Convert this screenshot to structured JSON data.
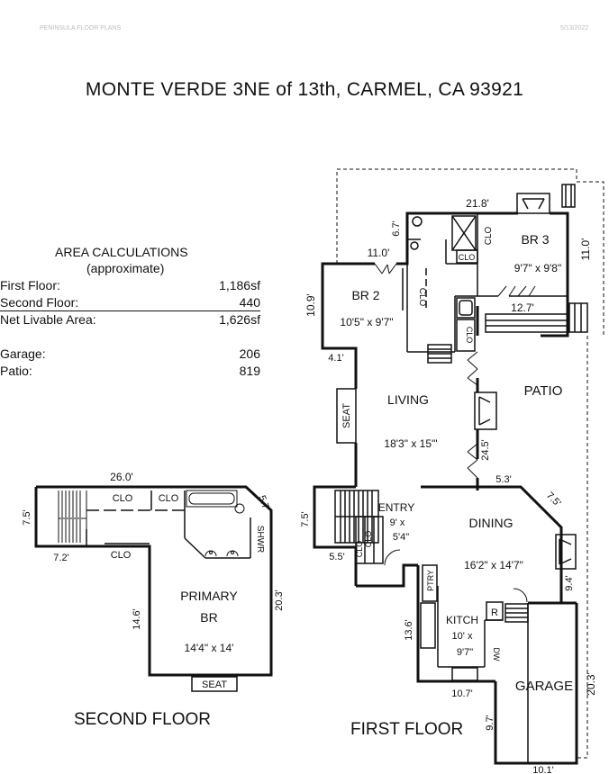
{
  "header": {
    "left": "PENINSULA FLOOR PLANS",
    "right": "5/13/2022"
  },
  "title": "MONTE VERDE 3NE of 13th, CARMEL, CA  93921",
  "area": {
    "title": "AREA CALCULATIONS",
    "subtitle": "(approximate)",
    "rows": [
      {
        "label": "First  Floor:",
        "value": "1,186sf"
      },
      {
        "label": "Second Floor:",
        "value": "440"
      },
      {
        "label": "Net Livable Area:",
        "value": "1,626sf"
      },
      {
        "label": "Garage:",
        "value": "206"
      },
      {
        "label": "Patio:",
        "value": "819"
      }
    ]
  },
  "second_floor": {
    "label": "SECOND FLOOR",
    "room_name": "PRIMARY",
    "room_name2": "BR",
    "room_size": "14'4\" x 14'",
    "labels": {
      "clo": "CLO",
      "shwr": "SHWR",
      "seat": "SEAT"
    },
    "dims": {
      "top": "26.0'",
      "left": "7.5'",
      "step": "7.2'",
      "right": "20.3'",
      "inner": "14.6'",
      "corner": "5.7'"
    }
  },
  "first_floor": {
    "label": "FIRST FLOOR",
    "rooms": {
      "br2": {
        "name": "BR 2",
        "size": "10'5\" x 9'7\""
      },
      "br3": {
        "name": "BR 3",
        "size": "9'7\" x 9'8\""
      },
      "living": {
        "name": "LIVING",
        "size": "18'3\" x 15'\""
      },
      "patio": {
        "name": "PATIO"
      },
      "entry": {
        "name": "ENTRY",
        "size1": "9' x",
        "size2": "5'4\""
      },
      "dining": {
        "name": "DINING",
        "size": "16'2\" x 14'7\""
      },
      "kitch": {
        "name": "KITCH",
        "size1": "10' x",
        "size2": "9'7\""
      },
      "garage": {
        "name": "GARAGE"
      }
    },
    "labels": {
      "clo": "CLO",
      "seat": "SEAT",
      "ptry": "PTRY",
      "dw": "DW",
      "r": "R"
    },
    "dims": {
      "d218": "21.8'",
      "d67": "6.7'",
      "d110": "11.0'",
      "d110b": "11.0'",
      "d109": "10.9'",
      "d127": "12.7'",
      "d41": "4.1'",
      "d245": "24.5'",
      "d53": "5.3'",
      "d75": "7.5'",
      "d75b": "7.5'",
      "d55": "5.5'",
      "d94": "9.4'",
      "d136": "13.6'",
      "d107": "10.7'",
      "d203": "20.3'",
      "d97": "9.7'",
      "d101": "10.1'"
    }
  }
}
